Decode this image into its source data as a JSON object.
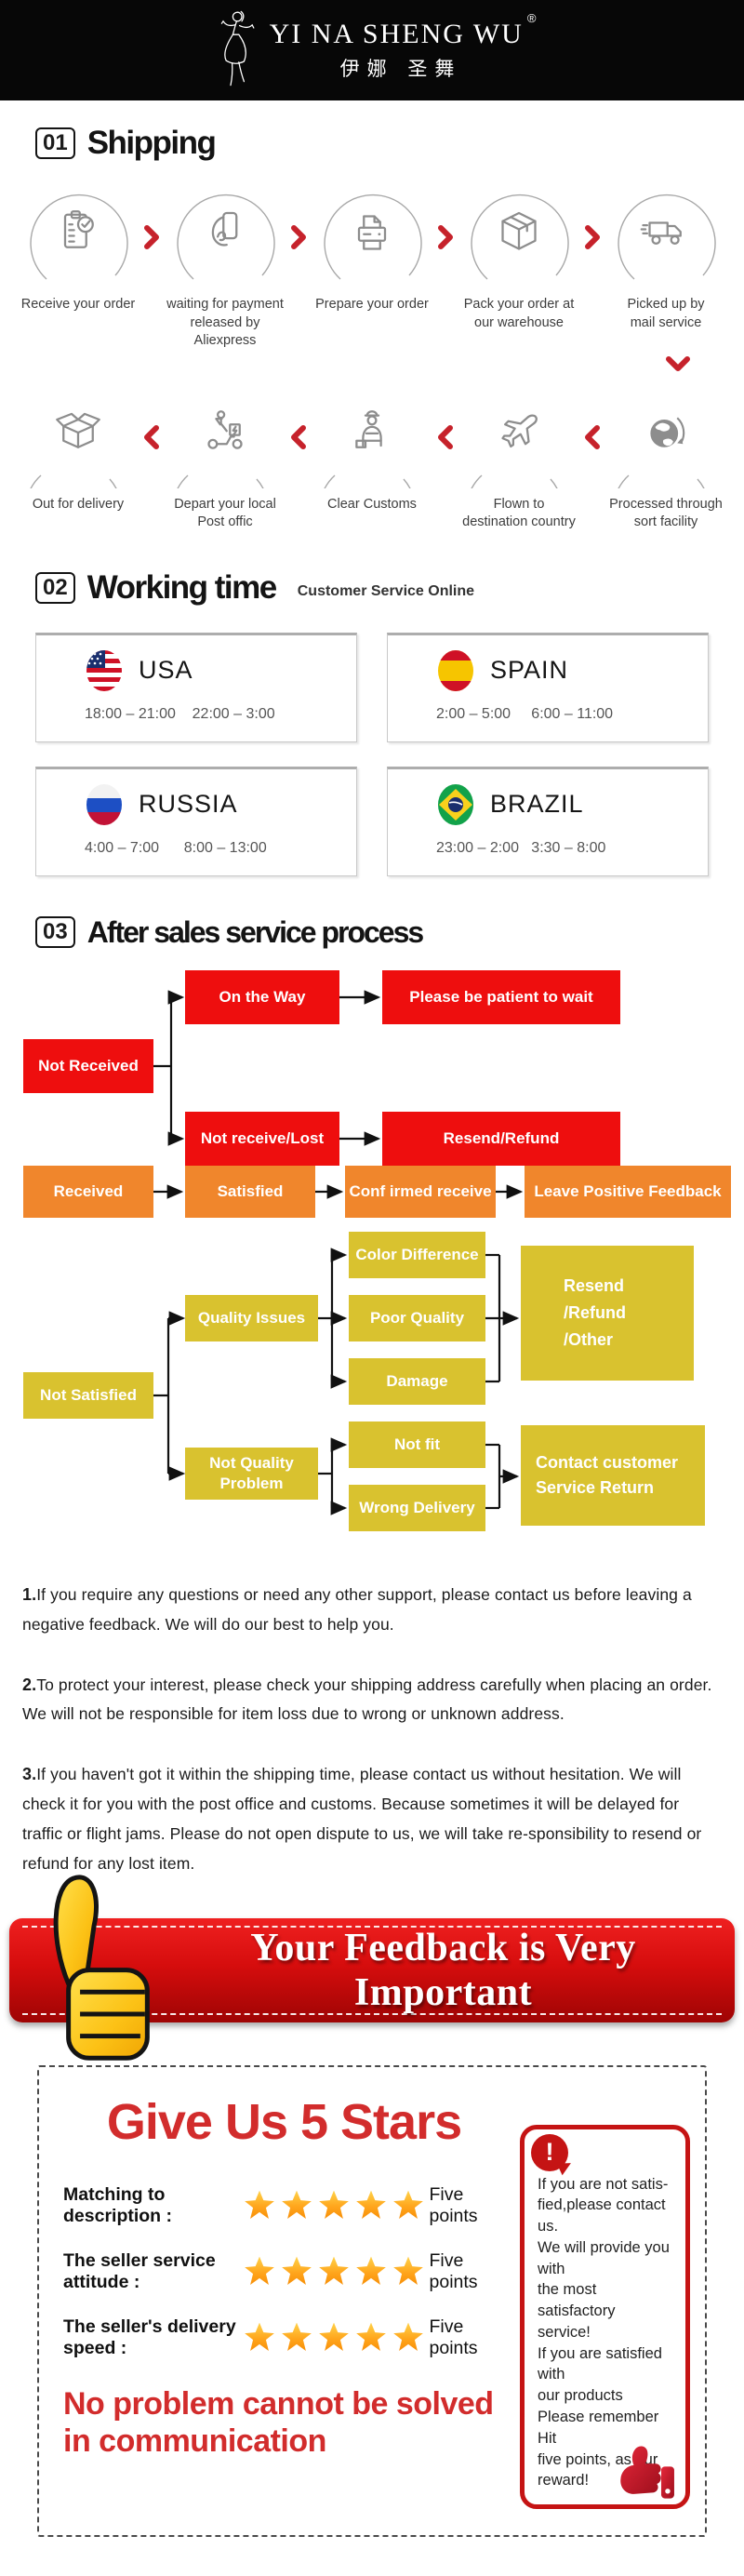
{
  "colors": {
    "accent_red": "#ee0e0e",
    "orange": "#f0862c",
    "yellow": "#d9c22f",
    "banner_red": "#d60d0d",
    "star_orange": "#ffa41b",
    "title_red": "#d22c2c",
    "header_black": "#070707"
  },
  "header": {
    "brand": "YI NA SHENG WU",
    "registered": "®",
    "brand_cn": "伊娜 圣舞"
  },
  "shipping": {
    "num": "01",
    "title": "Shipping",
    "steps_row1": [
      {
        "icon": "clipboard-check-icon",
        "label": "Receive your order"
      },
      {
        "icon": "hand-card-icon",
        "label": "waiting for payment\nreleased by Aliexpress"
      },
      {
        "icon": "printer-icon",
        "label": "Prepare your order"
      },
      {
        "icon": "package-box-icon",
        "label": "Pack your order at\nour warehouse"
      },
      {
        "icon": "delivery-truck-icon",
        "label": "Picked up by\nmail service"
      }
    ],
    "steps_row2": [
      {
        "icon": "open-box-icon",
        "label": "Out  for delivery"
      },
      {
        "icon": "scooter-icon",
        "label": "Depart your local\nPost offic"
      },
      {
        "icon": "customs-officer-icon",
        "label": "Clear Customs"
      },
      {
        "icon": "airplane-icon",
        "label": "Flown to\ndestination country"
      },
      {
        "icon": "globe-icon",
        "label": "Processed through\nsort facility"
      }
    ]
  },
  "working_time": {
    "num": "02",
    "title": "Working time",
    "subtitle": "Customer Service Online",
    "countries": [
      {
        "name": "USA",
        "flag": "usa-flag",
        "hours": "18:00 – 21:00    22:00 – 3:00"
      },
      {
        "name": "SPAIN",
        "flag": "spain-flag",
        "hours": "2:00 – 5:00     6:00 – 11:00"
      },
      {
        "name": "RUSSIA",
        "flag": "russia-flag",
        "hours": "4:00 – 7:00      8:00 – 13:00"
      },
      {
        "name": "BRAZIL",
        "flag": "brazil-flag",
        "hours": "23:00 – 2:00   3:30 – 8:00"
      }
    ]
  },
  "after_sales": {
    "num": "03",
    "title": "After sales service process",
    "boxes": {
      "not_received": "Not Received",
      "on_the_way": "On the Way",
      "be_patient": "Please be patient to wait",
      "not_receive_lost": "Not receive/Lost",
      "resend_refund": "Resend/Refund",
      "received": "Received",
      "satisfied": "Satisfied",
      "confirmed_receive": "Conf irmed receive",
      "leave_positive_feedback": "Leave Positive Feedback",
      "not_satisfied": "Not Satisfied",
      "quality_issues": "Quality Issues",
      "color_difference": "Color Difference",
      "poor_quality": "Poor Quality",
      "damage": "Damage",
      "resend_refund_other": "Resend\n/Refund\n/Other",
      "not_quality_problem": "Not Quality\nProblem",
      "not_fit": "Not fit",
      "wrong_delivery": "Wrong Delivery",
      "contact_customer": "Contact customer\nService Return"
    }
  },
  "notes": [
    {
      "num": "1.",
      "text": "If you require any questions or need any other support, please contact us before leaving a negative feedback. We will do our best to help you."
    },
    {
      "num": "2.",
      "text": "To protect your interest, please check your shipping address carefully when placing an order. We will not be responsible for item loss due to wrong or unknown address."
    },
    {
      "num": "3.",
      "text": "If you haven't got it within the shipping time, please contact us without hesitation. We will check it for you with the post office and customs. Because sometimes it will be delayed for traffic or flight jams. Please do not open dispute to us, we will take re-sponsibility to resend or refund for any lost item."
    }
  ],
  "banner": {
    "text": "Your Feedback is Very Important"
  },
  "stars_box": {
    "title": "Give Us 5 Stars",
    "ratings": [
      {
        "label": "Matching to description :",
        "stars": 5,
        "points": "Five points"
      },
      {
        "label": "The seller service attitude :",
        "stars": 5,
        "points": "Five points"
      },
      {
        "label": "The seller's delivery speed :",
        "stars": 5,
        "points": "Five points"
      }
    ],
    "slogan": "No problem cannot be solved\nin communication",
    "notice": "If you are not satis-\nfied,please contact us.\nWe will provide you with\nthe most satisfactory\nservice!\nIf you are satisfied with\nour products\nPlease remember Hit\nfive points, as our\nreward!"
  }
}
